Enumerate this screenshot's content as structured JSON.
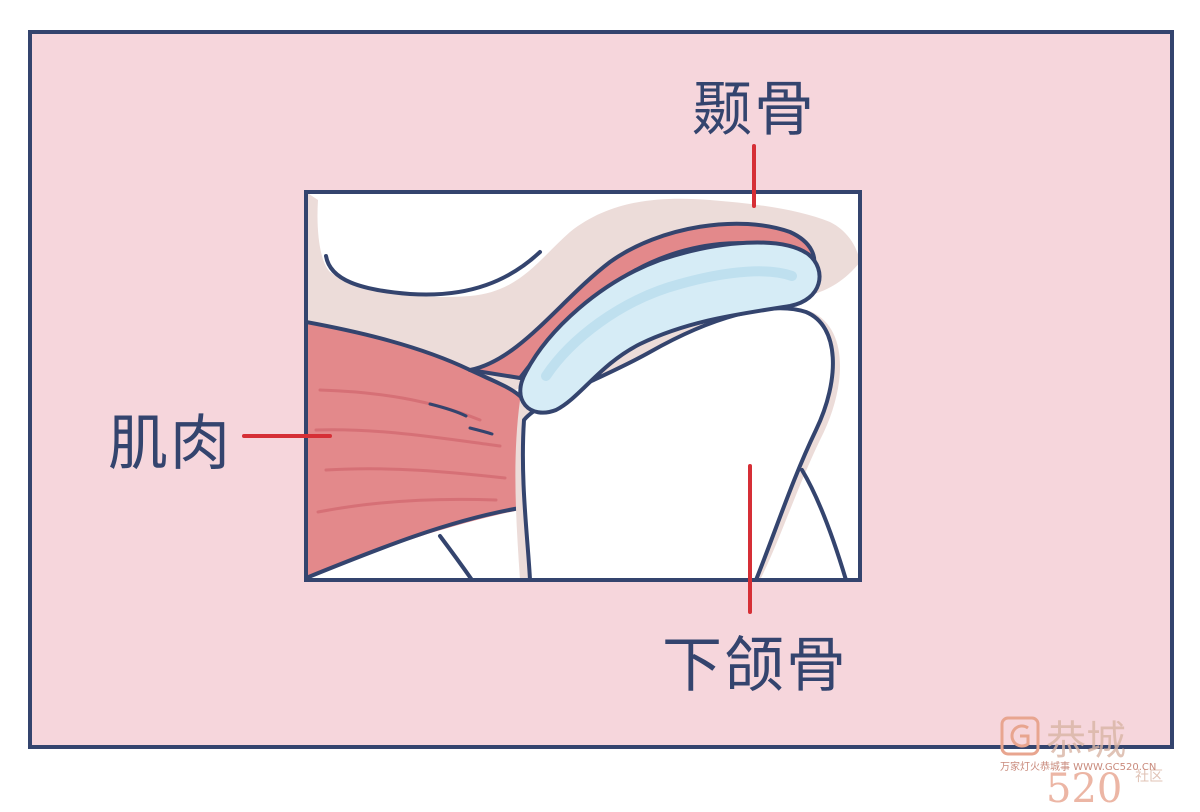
{
  "labels": {
    "temporal_bone": "颞骨",
    "muscle": "肌肉",
    "mandible": "下颌骨"
  },
  "colors": {
    "background": "#f6d6dc",
    "frame": "#34446e",
    "leader_line": "#d62f36",
    "muscle": "#e3898b",
    "cartilage": "#d6ecf6",
    "bone": "#ffffff"
  },
  "watermark": {
    "brand": "恭城",
    "number": "520",
    "suffix": "社区",
    "url": "万家灯火恭城事 WWW.GC520.CN"
  }
}
